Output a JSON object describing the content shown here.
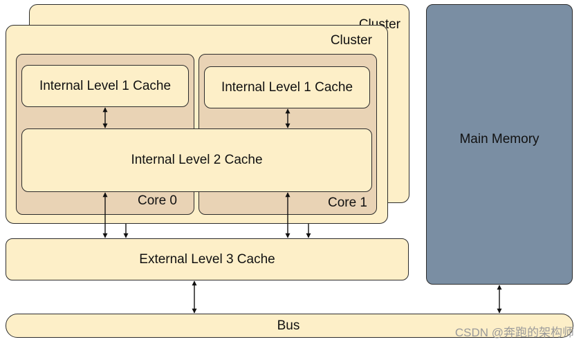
{
  "clusters": {
    "back_label": "Cluster",
    "front_label": "Cluster"
  },
  "cores": {
    "core0_label": "Core 0",
    "core1_label": "Core 1"
  },
  "caches": {
    "l1_core0": "Internal Level 1 Cache",
    "l1_core1": "Internal Level 1 Cache",
    "l2": "Internal Level 2 Cache",
    "l3": "External Level 3 Cache"
  },
  "main_memory": "Main Memory",
  "bus": "Bus",
  "watermark": "CSDN @奔跑的架构师",
  "colors": {
    "cluster_fill": "#fdefc8",
    "core_fill": "#e9d3b5",
    "memory_fill": "#7a8ea3",
    "outline": "#2b2b2b"
  }
}
